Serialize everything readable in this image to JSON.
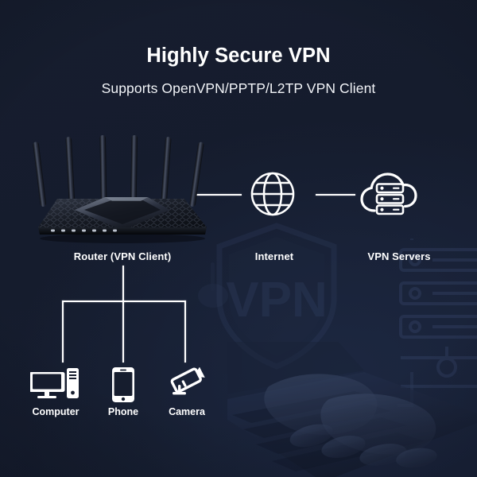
{
  "page": {
    "title": "Highly Secure VPN",
    "subtitle": "Supports OpenVPN/PPTP/L2TP VPN Client",
    "background_color": "#161d2e",
    "text_color": "#ffffff",
    "line_color": "#ffffff",
    "watermark_text": "VPN"
  },
  "diagram": {
    "nodes": [
      {
        "id": "router",
        "label": "Router (VPN Client)",
        "icon": "wifi-router-icon"
      },
      {
        "id": "internet",
        "label": "Internet",
        "icon": "globe-icon"
      },
      {
        "id": "servers",
        "label": "VPN Servers",
        "icon": "cloud-server-icon"
      }
    ],
    "clients": [
      {
        "id": "computer",
        "label": "Computer",
        "icon": "desktop-computer-icon"
      },
      {
        "id": "phone",
        "label": "Phone",
        "icon": "smartphone-icon"
      },
      {
        "id": "camera",
        "label": "Camera",
        "icon": "security-camera-icon"
      }
    ],
    "connections": [
      {
        "from": "router",
        "to": "internet",
        "style": "solid-line"
      },
      {
        "from": "internet",
        "to": "servers",
        "style": "solid-line"
      },
      {
        "from": "router",
        "to": "computer",
        "style": "tree-branch"
      },
      {
        "from": "router",
        "to": "phone",
        "style": "tree-branch"
      },
      {
        "from": "router",
        "to": "camera",
        "style": "tree-branch"
      }
    ],
    "router_antenna_count": 6
  }
}
